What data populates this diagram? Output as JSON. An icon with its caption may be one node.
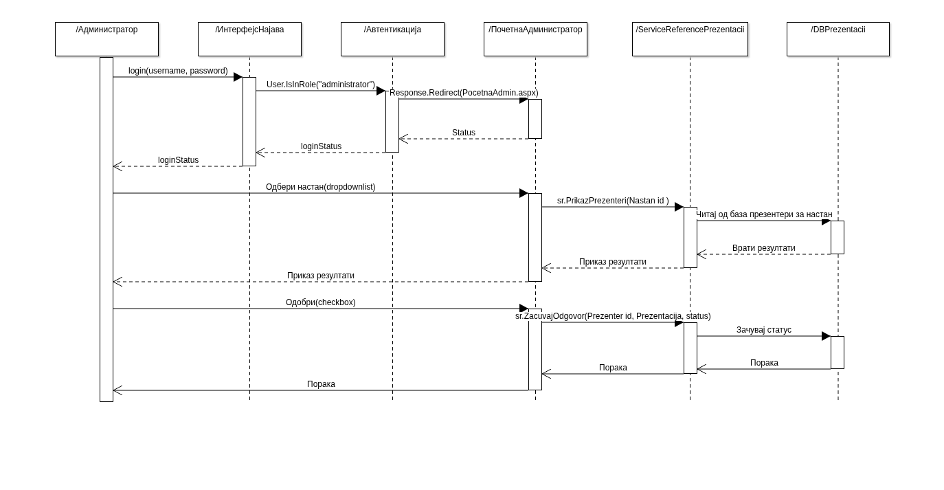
{
  "diagram": {
    "nodes": [
      {
        "text": [
          "/Администратор"
        ]
      },
      {
        "text": [
          "/ИнтерфејсНајава"
        ]
      },
      {
        "text": [
          "/Автентикација"
        ]
      },
      {
        "text": [
          "/ПочетнаАдминистратор"
        ]
      },
      {
        "text": [
          "/ServiceReferencePrezentacii"
        ]
      },
      {
        "text": [
          "/DBPrezentacii"
        ]
      },
      {
        "text": [],
        "shape": "bar"
      },
      {
        "text": [],
        "shape": "bar"
      },
      {
        "text": [],
        "shape": "bar"
      },
      {
        "text": [],
        "shape": "bar"
      },
      {
        "text": [],
        "shape": "bar"
      },
      {
        "text": [],
        "shape": "bar"
      },
      {
        "text": [],
        "shape": "bar"
      },
      {
        "text": [],
        "shape": "bar"
      },
      {
        "text": [],
        "shape": "bar"
      },
      {
        "text": [],
        "shape": "bar"
      }
    ],
    "edges": [
      {
        "from": 6,
        "to": 7,
        "arrow": "to",
        "label": "login(username, password)"
      },
      {
        "from": 7,
        "to": 8,
        "arrow": "to",
        "label": "User.IsInRole(\"administrator\")"
      },
      {
        "from": 8,
        "to": 9,
        "arrow": "to",
        "label": "Response.Redirect(PocetnaAdmin.aspx)"
      },
      {
        "from": 9,
        "to": 8,
        "arrow": "to",
        "label": "Status",
        "style": "dashed"
      },
      {
        "from": 8,
        "to": 7,
        "arrow": "to",
        "label": "loginStatus",
        "style": "dashed"
      },
      {
        "from": 7,
        "to": 6,
        "arrow": "to",
        "label": "loginStatus",
        "style": "dashed"
      },
      {
        "from": 6,
        "to": 10,
        "arrow": "to",
        "label": "Одбери настан(dropdownlist)"
      },
      {
        "from": 10,
        "to": 11,
        "arrow": "to",
        "label": "sr.PrikazPrezenteri(Nastan id )"
      },
      {
        "from": 11,
        "to": 12,
        "arrow": "to",
        "label": "Читај од база презентери за настан"
      },
      {
        "from": 12,
        "to": 11,
        "arrow": "to",
        "label": "Врати резултати",
        "style": "dashed"
      },
      {
        "from": 11,
        "to": 10,
        "arrow": "to",
        "label": "Приказ резултати",
        "style": "dashed"
      },
      {
        "from": 10,
        "to": 6,
        "arrow": "to",
        "label": "Приказ резултати",
        "style": "dashed"
      },
      {
        "from": 6,
        "to": 13,
        "arrow": "to",
        "label": "Одобри(checkbox)"
      },
      {
        "from": 13,
        "to": 14,
        "arrow": "to",
        "label": "sr.ZacuvajOdgovor(Prezenter id, Prezentacija, status)"
      },
      {
        "from": 14,
        "to": 15,
        "arrow": "to",
        "label": "Зачувај статус"
      },
      {
        "from": 15,
        "to": 14,
        "arrow": "to",
        "label": "Порака"
      },
      {
        "from": 14,
        "to": 13,
        "arrow": "to",
        "label": "Порака"
      },
      {
        "from": 13,
        "to": 6,
        "arrow": "to",
        "label": "Порака"
      }
    ]
  }
}
